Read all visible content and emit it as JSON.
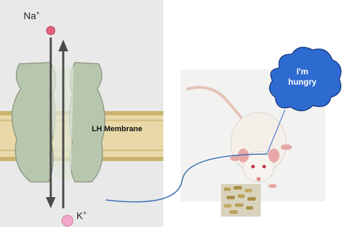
{
  "ion_na": {
    "symbol": "Na",
    "charge": "+"
  },
  "ion_k": {
    "symbol": "K",
    "charge": "+"
  },
  "membrane_label": "LH Membrane",
  "speech_bubble": {
    "line1": "I'm",
    "line2": "hungry"
  },
  "colors": {
    "left_panel_bg": "#e8e8e8",
    "membrane": "#e9d9a8",
    "membrane_edge": "#c9b270",
    "channel_protein": "#b9c6ae",
    "channel_dark": "#8e9b87",
    "na_ion": "#e0607a",
    "k_ion": "#f2a8c8",
    "arrow": "#4a4a4a",
    "connector": "#3d6fb6",
    "bubble_fill": "#2e6bd1",
    "bubble_stroke": "#1a3f8a",
    "rat_body": "#f4efe9",
    "rat_pink": "#e8a8a8",
    "food_pellets": "#b8a15a"
  }
}
